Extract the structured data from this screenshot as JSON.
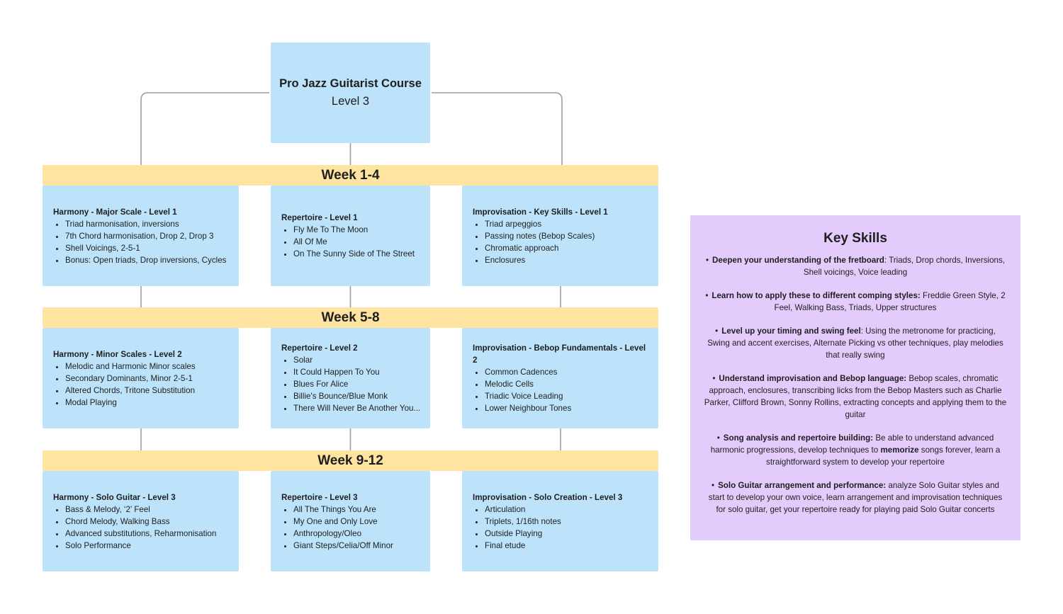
{
  "root": {
    "title": "Pro Jazz Guitarist Course",
    "subtitle": "Level 3"
  },
  "weeks": [
    {
      "label": "Week 1-4",
      "cards": [
        {
          "title": "Harmony - Major Scale - Level 1",
          "items": [
            "Triad harmonisation, inversions",
            "7th Chord harmonisation, Drop 2, Drop 3",
            "Shell Voicings, 2-5-1",
            "Bonus: Open triads, Drop inversions, Cycles"
          ]
        },
        {
          "title": "Repertoire - Level 1",
          "items": [
            "Fly Me To The Moon",
            "All Of Me",
            "On The Sunny Side of The Street"
          ]
        },
        {
          "title": "Improvisation - Key Skills - Level 1",
          "items": [
            "Triad arpeggios",
            "Passing notes (Bebop Scales)",
            "Chromatic approach",
            "Enclosures"
          ]
        }
      ]
    },
    {
      "label": "Week 5-8",
      "cards": [
        {
          "title": "Harmony - Minor Scales - Level 2",
          "items": [
            "Melodic and Harmonic Minor scales",
            "Secondary Dominants, Minor 2-5-1",
            "Altered Chords, Tritone Substitution",
            "Modal Playing"
          ]
        },
        {
          "title": "Repertoire - Level 2",
          "items": [
            "Solar",
            "It Could Happen To You",
            "Blues For Alice",
            "Billie's Bounce/Blue Monk",
            "There Will Never Be Another You..."
          ]
        },
        {
          "title": "Improvisation - Bebop Fundamentals - Level 2",
          "items": [
            "Common Cadences",
            "Melodic Cells",
            "Triadic Voice Leading",
            "Lower Neighbour Tones"
          ]
        }
      ]
    },
    {
      "label": "Week 9-12",
      "cards": [
        {
          "title": "Harmony - Solo Guitar - Level 3",
          "items": [
            "Bass & Melody, ‘2’ Feel",
            "Chord Melody, Walking Bass",
            "Advanced substitutions, Reharmonisation",
            "Solo Performance"
          ]
        },
        {
          "title": "Repertoire - Level 3",
          "items": [
            "All The Things You Are",
            "My One and Only Love",
            "Anthropology/Oleo",
            "Giant Steps/Celia/Off Minor"
          ]
        },
        {
          "title": "Improvisation - Solo Creation - Level 3",
          "items": [
            "Articulation",
            "Triplets, 1/16th notes",
            "Outside Playing",
            "Final etude"
          ]
        }
      ]
    }
  ],
  "key_skills": {
    "title": "Key Skills",
    "items": [
      {
        "lead": "Deepen your understanding of the fretboard",
        "rest": ": Triads, Drop chords, Inversions, Shell voicings, Voice leading"
      },
      {
        "lead": "Learn how to apply these to different comping styles:",
        "rest": " Freddie Green Style, 2 Feel, Walking Bass, Triads, Upper structures"
      },
      {
        "lead": "Level up your timing and swing feel",
        "rest": ": Using the metronome for practicing, Swing and accent exercises, Alternate Picking vs other techniques, play melodies that really swing"
      },
      {
        "lead": "Understand improvisation and Bebop language:",
        "rest": " Bebop scales, chromatic approach, enclosures, transcribing licks from the Bebop Masters such as Charlie Parker, Clifford Brown, Sonny Rollins, extracting concepts and applying them to the guitar"
      },
      {
        "lead": "Song analysis and repertoire building:",
        "rest": " Be able to understand advanced harmonic progressions, develop techniques to ",
        "emph": "memorize",
        "rest2": " songs forever, learn a straightforward system to develop your repertoire"
      },
      {
        "lead": "Solo Guitar arrangement and performance:",
        "rest": " analyze Solo Guitar styles and start to develop your own voice, learn arrangement and improvisation techniques for solo guitar, get your repertoire ready for playing paid Solo Guitar concerts"
      }
    ]
  },
  "colors": {
    "card": "#bde3fb",
    "week_band": "#ffe3a0",
    "key_panel": "#e3ccfb",
    "connector": "#9e9e9e"
  }
}
